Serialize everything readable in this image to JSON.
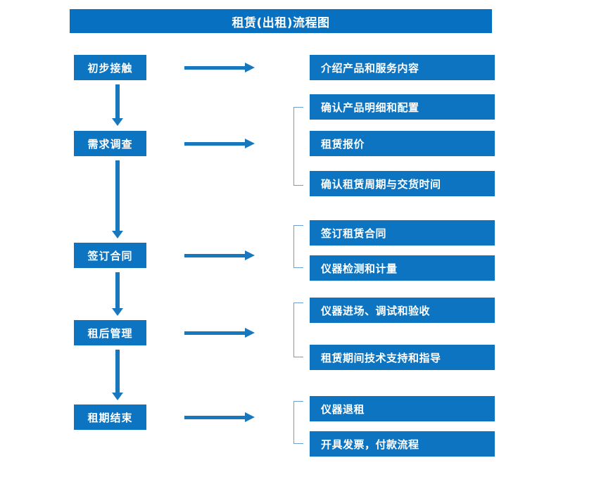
{
  "diagram": {
    "title": "租赁(出租)流程图",
    "accent_color": "#0870c0",
    "box_color": "#0d74c1",
    "arrow_color": "#1878be",
    "bracket_color": "#6d9fd0",
    "text_color": "#ffffff",
    "background": "#ffffff"
  },
  "stages": [
    {
      "label": "初步接触"
    },
    {
      "label": "需求调查"
    },
    {
      "label": "签订合同"
    },
    {
      "label": "租后管理"
    },
    {
      "label": "租期结束"
    }
  ],
  "details": [
    {
      "label": "介绍产品和服务内容"
    },
    {
      "label": "确认产品明细和配置"
    },
    {
      "label": "租赁报价"
    },
    {
      "label": "确认租赁周期与交货时间"
    },
    {
      "label": "签订租赁合同"
    },
    {
      "label": "仪器检测和计量"
    },
    {
      "label": "仪器进场、调试和验收"
    },
    {
      "label": "租赁期间技术支持和指导"
    },
    {
      "label": "仪器退租"
    },
    {
      "label": "开具发票，付款流程"
    }
  ],
  "groups": [
    {
      "stage": "需求调查",
      "detail_indices": [
        1,
        2,
        3
      ]
    },
    {
      "stage": "签订合同",
      "detail_indices": [
        4,
        5
      ]
    },
    {
      "stage": "租后管理",
      "detail_indices": [
        6,
        7
      ]
    },
    {
      "stage": "租期结束",
      "detail_indices": [
        8,
        9
      ]
    }
  ]
}
